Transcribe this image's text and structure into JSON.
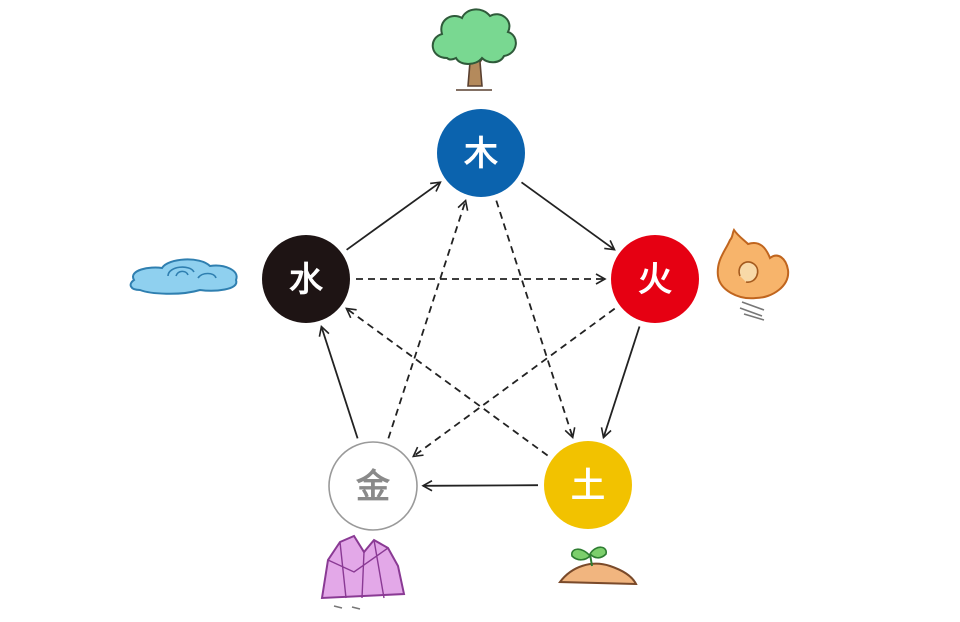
{
  "elements": {
    "wood": {
      "label": "木",
      "color": "#0b63ae",
      "text_color": "#ffffff",
      "icon": "tree-icon"
    },
    "fire": {
      "label": "火",
      "color": "#e60012",
      "text_color": "#ffffff",
      "icon": "flame-icon"
    },
    "earth": {
      "label": "土",
      "color": "#f2c200",
      "text_color": "#ffffff",
      "icon": "sprout-icon"
    },
    "metal": {
      "label": "金",
      "color": "#ffffff",
      "stroke": "#9a9a9a",
      "text_color": "#8a8a8a",
      "icon": "crystal-icon"
    },
    "water": {
      "label": "水",
      "color": "#1e1414",
      "text_color": "#ffffff",
      "icon": "water-puddle-icon"
    }
  },
  "generating_cycle": [
    {
      "from": "wood",
      "to": "fire"
    },
    {
      "from": "fire",
      "to": "earth"
    },
    {
      "from": "earth",
      "to": "metal"
    },
    {
      "from": "metal",
      "to": "water"
    },
    {
      "from": "water",
      "to": "wood"
    }
  ],
  "overcoming_cycle": [
    {
      "from": "wood",
      "to": "earth"
    },
    {
      "from": "earth",
      "to": "water"
    },
    {
      "from": "water",
      "to": "fire"
    },
    {
      "from": "fire",
      "to": "metal"
    },
    {
      "from": "metal",
      "to": "wood"
    }
  ]
}
